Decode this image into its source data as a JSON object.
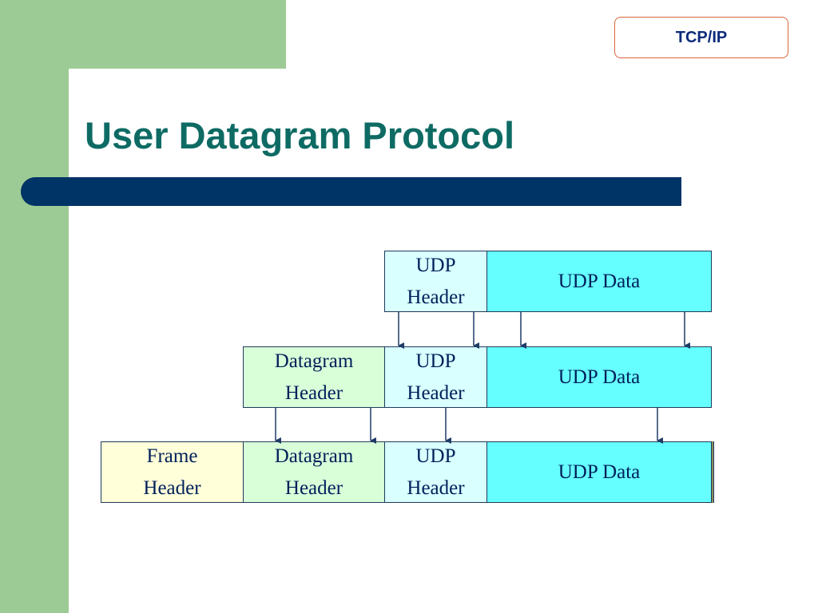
{
  "tag": "TCP/IP",
  "title": "User Datagram Protocol",
  "diagram": {
    "row1": {
      "udp_header": "UDP\nHeader",
      "udp_data": "UDP Data"
    },
    "row2": {
      "datagram_header": "Datagram\nHeader",
      "udp_header": "UDP\nHeader",
      "udp_data": "UDP Data"
    },
    "row3": {
      "frame_header": "Frame\nHeader",
      "datagram_header": "Datagram\nHeader",
      "udp_header": "UDP\nHeader",
      "udp_data": "UDP Data"
    }
  },
  "colors": {
    "title": "#0e6b64",
    "bar": "#003366",
    "green_accent": "#9dcb95",
    "frame_header": "#ffffd9",
    "datagram_header": "#d9ffd9",
    "udp_header": "#d9ffff",
    "udp_data": "#66ffff"
  }
}
